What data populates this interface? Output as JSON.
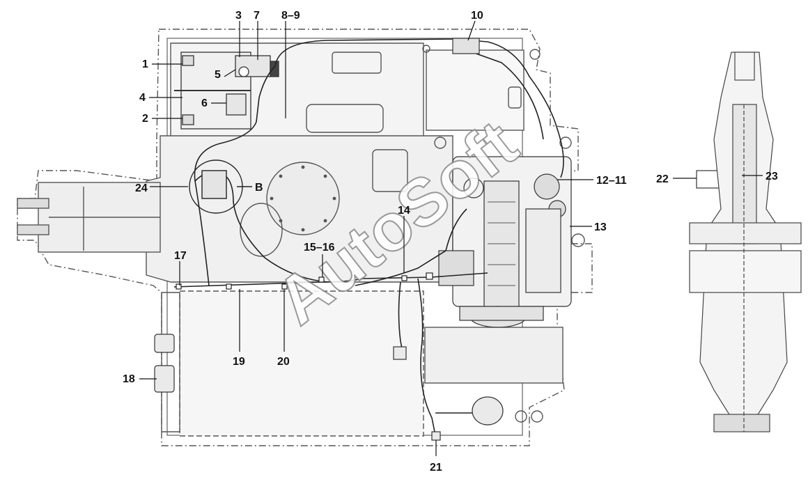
{
  "diagram": {
    "watermark": "AutoSoft",
    "detail_view_label": "B",
    "callouts": [
      "1",
      "2",
      "3",
      "4",
      "5",
      "6",
      "7",
      "8–9",
      "10",
      "12–11",
      "13",
      "14",
      "15–16",
      "17",
      "18",
      "19",
      "20",
      "21",
      "22",
      "23",
      "24"
    ]
  },
  "colors": {
    "line": "#3a3a3a",
    "frame": "#7a7a7a",
    "fill": "#e9e9e9",
    "watermark_stroke": "#8a8a8a"
  }
}
